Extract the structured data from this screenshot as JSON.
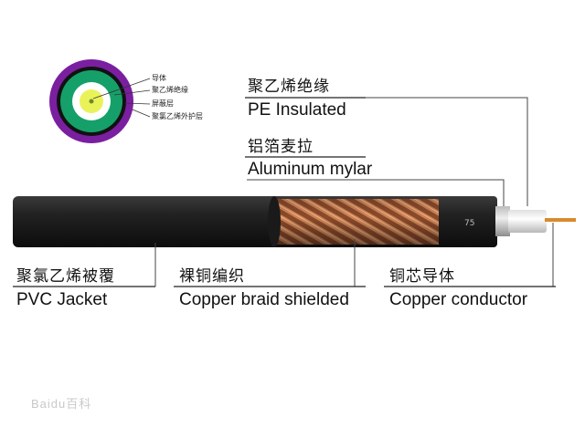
{
  "cross_section_labels": [
    "导体",
    "聚乙烯绝缘",
    "屏蔽层",
    "聚氯乙烯外护层"
  ],
  "callouts": {
    "pe": {
      "cn": "聚乙烯绝缘",
      "en": "PE Insulated"
    },
    "aluminum": {
      "cn": "铝箔麦拉",
      "en": "Aluminum mylar"
    },
    "jacket": {
      "cn": "聚氯乙烯被覆",
      "en": "PVC Jacket"
    },
    "braid": {
      "cn": "裸铜编织",
      "en": "Copper braid shielded"
    },
    "conductor": {
      "cn": "铜芯导体",
      "en": "Copper conductor"
    }
  },
  "cable_marking": "75",
  "watermark": "Baidu百科",
  "colors": {
    "jacket": "#1e1e1e",
    "braid": "#b8643a",
    "foil": "#c9c9c9",
    "insulation": "#f2f2f2",
    "conductor": "#d88a2c",
    "ring_outer": "#7a1fa0",
    "ring_green": "#15a06a",
    "ring_inner": "#eaf25a"
  }
}
